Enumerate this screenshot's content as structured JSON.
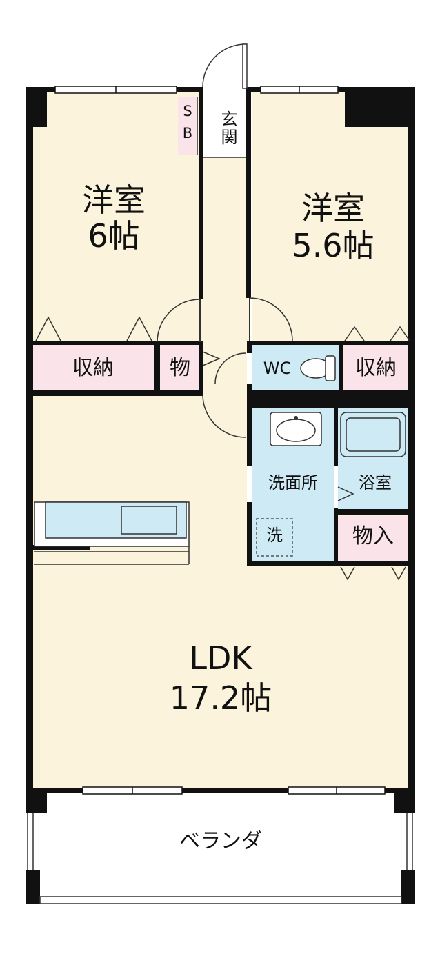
{
  "colors": {
    "room": "#fbf3dc",
    "storage": "#fbe3ea",
    "water": "#cdeaf5",
    "wall": "#111111",
    "fixture_stroke": "#333333"
  },
  "rooms": {
    "western_room_1": {
      "name": "洋室",
      "size": "6帖"
    },
    "western_room_2": {
      "name": "洋室",
      "size": "5.6帖"
    },
    "ldk": {
      "name": "LDK",
      "size": "17.2帖"
    },
    "veranda": "ベランダ",
    "entrance": "玄関",
    "shoe_box_s": "S",
    "shoe_box_b": "B",
    "closet_left": "収納",
    "closet_right": "収納",
    "storage_small": "物",
    "wc": "WC",
    "washroom": "洗面所",
    "bathroom": "浴室",
    "laundry": "洗",
    "storage_room": "物入"
  },
  "icons": {
    "toilet": "toilet-icon",
    "sink": "sink-icon",
    "bathtub": "bathtub-icon",
    "kitchen": "kitchen-counter-icon"
  }
}
